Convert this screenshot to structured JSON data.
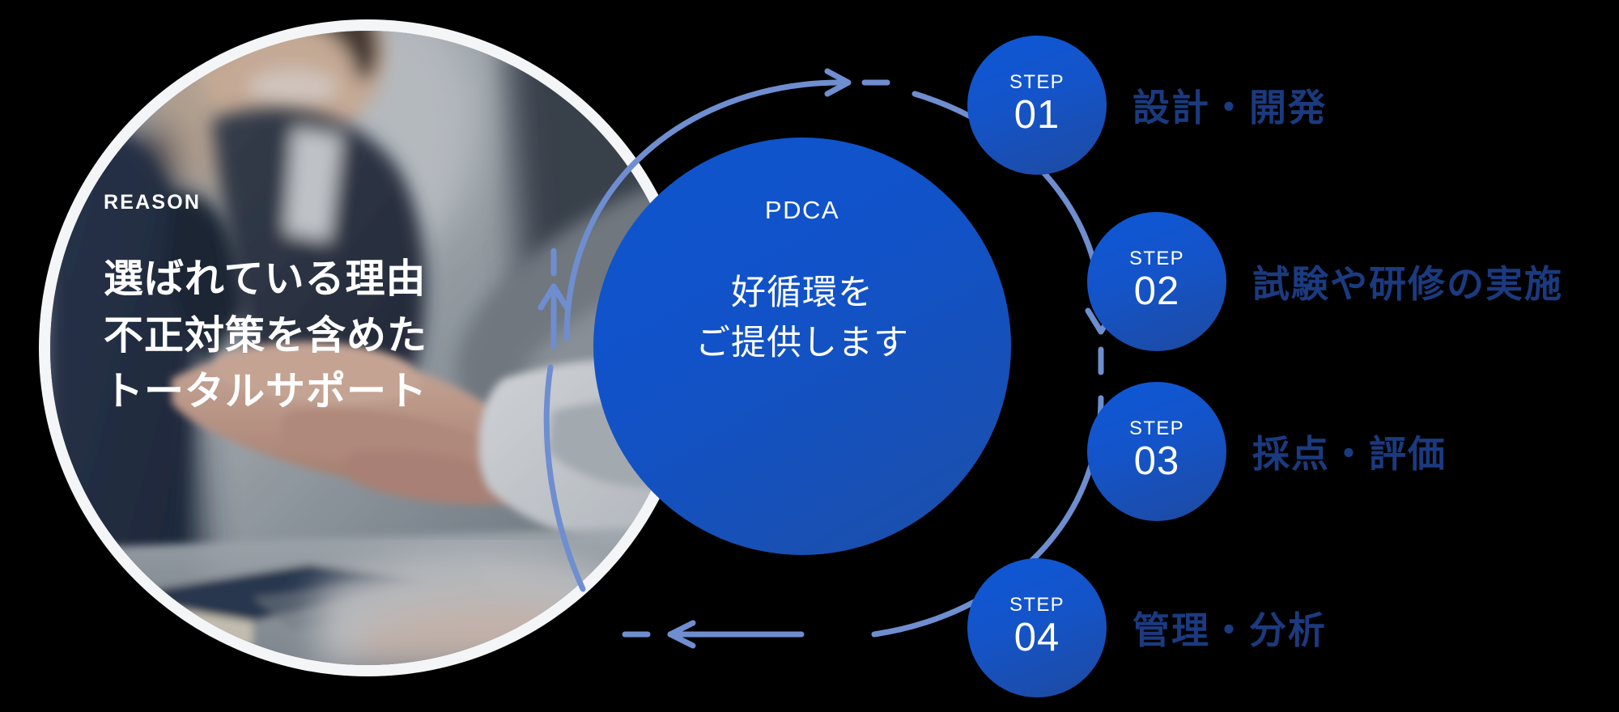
{
  "colors": {
    "background": "#000000",
    "ring": "#f4f5f7",
    "pdca_blue": "#1152c8",
    "badge_blue": "#1454c9",
    "arrow_blue": "#6f8ed0",
    "label_navy": "#1b3a7f",
    "text_white": "#ffffff"
  },
  "reason": {
    "eyebrow": "REASON",
    "title_lines": [
      "選ばれている理由",
      "不正対策を含めた",
      "トータルサポート"
    ],
    "photo_alt": "business-handshake-photo"
  },
  "cycle": {
    "label": "PDCA",
    "text_lines": [
      "好循環を",
      "ご提供します"
    ],
    "arrow_count": 4,
    "arrow_directions": [
      "top-right",
      "right-down",
      "bottom-left",
      "left-up"
    ]
  },
  "steps": [
    {
      "kicker": "STEP",
      "number": "01",
      "label": "設計・開発"
    },
    {
      "kicker": "STEP",
      "number": "02",
      "label": "試験や研修の実施"
    },
    {
      "kicker": "STEP",
      "number": "03",
      "label": "採点・評価"
    },
    {
      "kicker": "STEP",
      "number": "04",
      "label": "管理・分析"
    }
  ]
}
